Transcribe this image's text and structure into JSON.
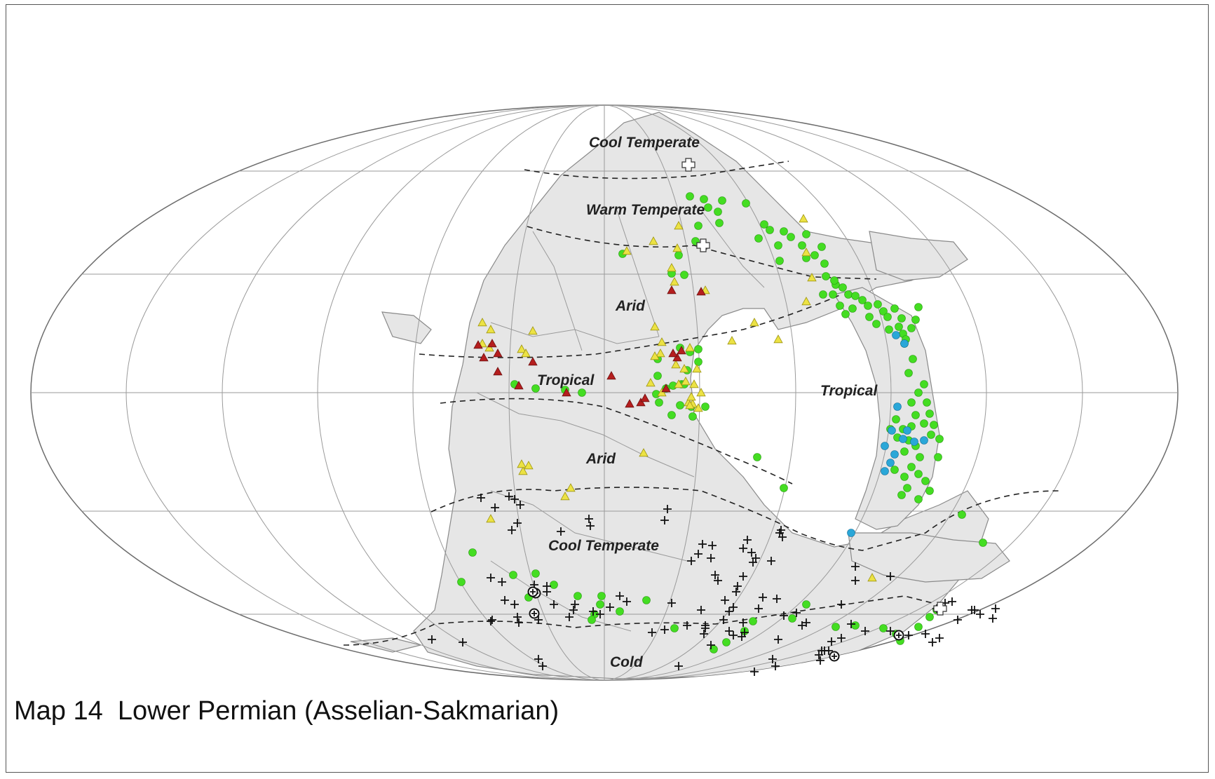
{
  "caption": "Map 14  Lower Permian (Asselian-Sakmarian)",
  "zones": {
    "north_cool_temperate": "Cool Temperate",
    "warm_temperate": "Warm Temperate",
    "arid_north": "Arid",
    "tropical_west": "Tropical",
    "tropical_east": "Tropical",
    "arid_south": "Arid",
    "south_cool_temperate": "Cool Temperate",
    "cold": "Cold"
  },
  "colors": {
    "ocean": "#ffffff",
    "land": "#e6e6e6",
    "coast": "#8a8a8a",
    "graticule": "#9a9a9a",
    "boundary": "#222222",
    "green_circle": "#44dd22",
    "blue_circle": "#2aa7d8",
    "yellow_triangle": "#ece244",
    "red_triangle": "#b51e1e",
    "cross": "#111111"
  },
  "legend_symbols": [
    "green-circle",
    "blue-circle",
    "yellow-triangle",
    "red-triangle",
    "black-cross",
    "open-cross",
    "circled-cross"
  ]
}
